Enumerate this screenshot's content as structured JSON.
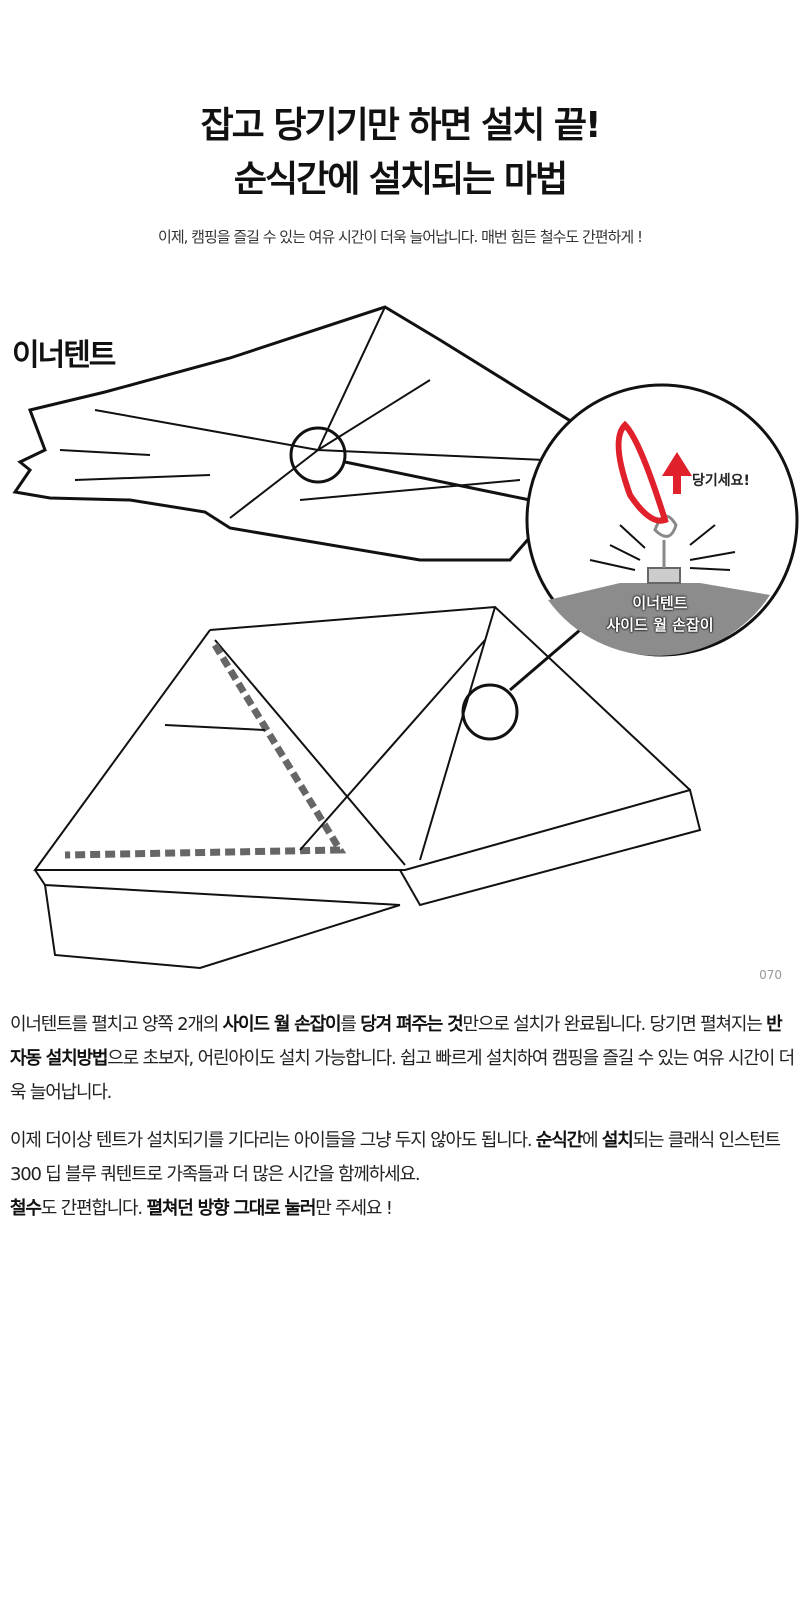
{
  "header": {
    "title_line1": "잡고 당기기만 하면 설치 끝!",
    "title_line2": "순식간에 설치되는 마법",
    "subtitle": "이제, 캠핑을 즐길 수 있는 여유 시간이 더욱 늘어납니다. 매번 힘든 철수도 간편하게 !"
  },
  "illustration": {
    "section_label": "이너텐트",
    "callout_pull": "당기세요!",
    "callout_part_line1": "이너텐트",
    "callout_part_line2": "사이드 월 손잡이",
    "page_number": "070",
    "accent_color": "#e0202a"
  },
  "body": {
    "p1": [
      "이너텐트를 펼치고 양쪽 2개의 ",
      "사이드 월 손잡이",
      "를 ",
      "당겨 펴주는 것",
      "만으로 설치가 완료됩니다. 당기면 펼쳐지는 ",
      "반자동 설치방법",
      "으로 초보자, 어린아이도 설치 가능합니다. 쉽고 빠르게 설치하여 캠핑을 즐길 수 있는 여유 시간이 더욱 늘어납니다."
    ],
    "p2": [
      "이제 더이상 텐트가 설치되기를 기다리는 아이들을 그냥 두지 않아도 됩니다. ",
      "순식간",
      "에 ",
      "설치",
      "되는 클래식 인스턴트 300 딥 블루 쿼텐트로 가족들과 더 많은 시간을 함께하세요."
    ],
    "p3": [
      "철수",
      "도 간편합니다. ",
      "펼쳐던 방향 그대로 눌러",
      "만 주세요 !"
    ]
  }
}
